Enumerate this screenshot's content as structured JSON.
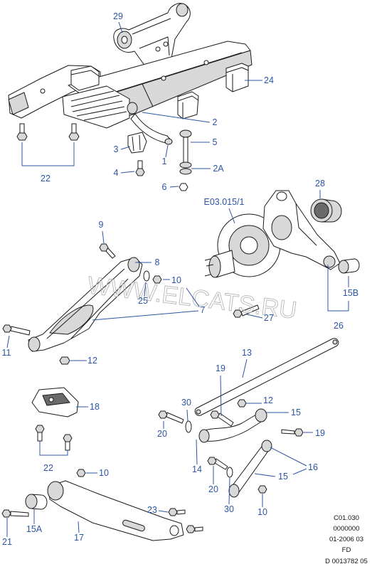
{
  "diagram": {
    "callouts": [
      "29",
      "24",
      "2",
      "5",
      "2A",
      "3",
      "1",
      "4",
      "6",
      "22",
      "28",
      "E03.015/1",
      "9",
      "8",
      "10",
      "25",
      "7",
      "11",
      "12",
      "15B",
      "27",
      "26",
      "13",
      "19",
      "12",
      "15",
      "18",
      "30",
      "20",
      "19",
      "14",
      "16",
      "22",
      "10",
      "15",
      "20",
      "30",
      "10",
      "23",
      "15A",
      "17",
      "21"
    ],
    "watermark": "WWW.ELCATS.RU",
    "footer": [
      "C01.030",
      "0000000",
      "01-2006 03",
      "FD",
      "D 0013782 05"
    ]
  },
  "colors": {
    "callout": "#2d55a4",
    "drawing": "#1a1a1a",
    "watermark": "#b8b8b8",
    "background": "#ffffff"
  }
}
